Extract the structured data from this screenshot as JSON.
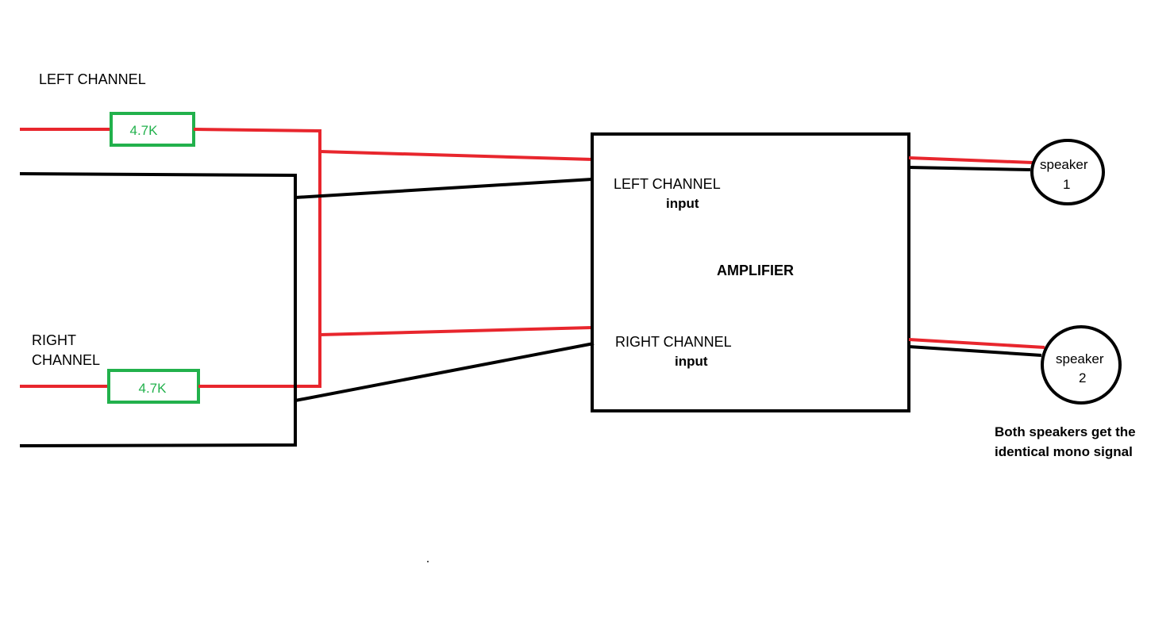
{
  "colors": {
    "signal_wire": "#e8262d",
    "ground_wire": "#000000",
    "resistor": "#22b14c",
    "background": "#ffffff"
  },
  "inputs": {
    "left_channel_label": "LEFT CHANNEL",
    "right_channel_label": "RIGHT CHANNEL"
  },
  "resistors": {
    "left_value": "4.7K",
    "right_value": "4.7K"
  },
  "amplifier": {
    "title": "AMPLIFIER",
    "left_input_label": "LEFT CHANNEL",
    "left_input_sub": "input",
    "right_input_label": "RIGHT CHANNEL",
    "right_input_sub": "input"
  },
  "speakers": {
    "speaker1_label": "speaker",
    "speaker1_number": "1",
    "speaker2_label": "speaker",
    "speaker2_number": "2"
  },
  "note": "Both speakers get the identical mono signal"
}
